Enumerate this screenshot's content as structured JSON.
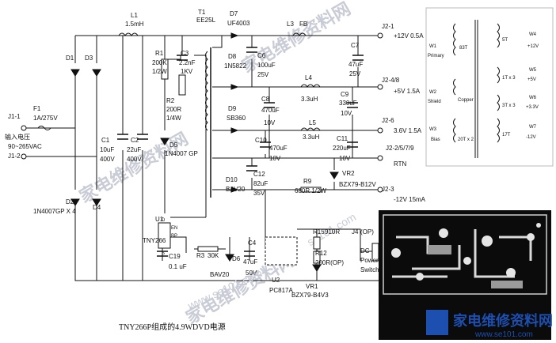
{
  "caption": "TNY266P组成的4.9WDVD电源",
  "input": {
    "terminal1": "J1-1",
    "terminal2": "J1-2",
    "label": "输入电压",
    "range": "90~265VAC"
  },
  "fuse": {
    "ref": "F1",
    "rating": "1A/275V"
  },
  "inductor_l1": {
    "ref": "L1",
    "value": "1.5mH"
  },
  "bridge": {
    "d1": "D1",
    "d2": "D2",
    "d3": "D3",
    "d4": "D4",
    "note": "1N4007GP X 4"
  },
  "c1": {
    "ref": "C1",
    "value": "10uF",
    "voltage": "400V"
  },
  "c2": {
    "ref": "C2",
    "value": "22uF",
    "voltage": "400V"
  },
  "r1": {
    "ref": "R1",
    "value": "200K",
    "power": "1/2W"
  },
  "c3": {
    "ref": "C3",
    "value": "2.2nF",
    "voltage": "1KV"
  },
  "r2": {
    "ref": "R2",
    "value": "200R",
    "power": "1/4W"
  },
  "d5": {
    "ref": "D5",
    "part": "1N4007 GP"
  },
  "t1": {
    "ref": "T1",
    "part": "EE25L"
  },
  "d7": {
    "ref": "D7",
    "part": "UF4003"
  },
  "l3": {
    "ref": "L3",
    "part": "FB"
  },
  "c6": {
    "ref": "C6",
    "value": "100uF",
    "voltage": "25V"
  },
  "c7": {
    "ref": "C7",
    "value": "47uF",
    "voltage": "25V"
  },
  "d8": {
    "ref": "D8",
    "part": "1N5822"
  },
  "l4": {
    "ref": "L4",
    "value": "3.3uH"
  },
  "c8": {
    "ref": "C8",
    "value": "470uF",
    "voltage": "10V"
  },
  "c9": {
    "ref": "C9",
    "value": "330uF",
    "voltage": "10V"
  },
  "d9": {
    "ref": "D9",
    "part": "SB360"
  },
  "l5": {
    "ref": "L5",
    "value": "3.3uH"
  },
  "c10": {
    "ref": "C10",
    "value": "470uF",
    "voltage": "10V"
  },
  "c11": {
    "ref": "C11",
    "value": "220uF",
    "voltage": "10V"
  },
  "d10": {
    "ref": "D10",
    "part": "BAV20"
  },
  "c12": {
    "ref": "C12",
    "value": "82uF",
    "voltage": "35V"
  },
  "r9": {
    "ref": "R9",
    "value": "680R 1/2W"
  },
  "vr2": {
    "ref": "VR2",
    "part": "BZX79-B12V"
  },
  "u1": {
    "ref": "U1",
    "part": "TNY266",
    "pin_en": "EN",
    "pin_bp": "BP",
    "pin_d": "D",
    "pin_s": "S"
  },
  "c19": {
    "ref": "C19",
    "value": "0.1 uF"
  },
  "r3": {
    "ref": "R3",
    "value": "30K"
  },
  "d6": {
    "ref": "D6",
    "part": "BAV20"
  },
  "c4": {
    "ref": "C4",
    "value": "47uF",
    "voltage": "50V"
  },
  "u2": {
    "ref": "U2",
    "part": "PC817A"
  },
  "r15": {
    "ref": "R15",
    "value": "910R"
  },
  "r12": {
    "ref": "R12",
    "value": "200R(OP)"
  },
  "vr1": {
    "ref": "VR1",
    "part": "BZX79-B4V3"
  },
  "j4": {
    "ref": "J4",
    "note": "(OP)",
    "line1": "DC",
    "line2": "Power",
    "line3": "Switch"
  },
  "outputs": [
    {
      "pin": "J2-1",
      "label": "+12V 0.5A"
    },
    {
      "pin": "J2-4/8",
      "label": "+5V 1.5A"
    },
    {
      "pin": "J2-6",
      "label": "3.6V 1.5A"
    },
    {
      "pin": "J2-2/5/7/9",
      "label": "RTN"
    },
    {
      "pin": "J2-3",
      "label": "-12V 15mA"
    }
  ],
  "winding_diagram": {
    "left": [
      "W1",
      "Primary",
      "W2",
      "Shield",
      "W3",
      "Bias"
    ],
    "turns": [
      "83T",
      "Copper",
      "20T x 2"
    ],
    "right": [
      "W4",
      "+12V",
      "W5",
      "+5V",
      "W6",
      "+3.3V",
      "W7",
      "-12V"
    ],
    "secondary_turns": [
      "5T",
      "1T x 3",
      "3T x 3",
      "17T"
    ]
  },
  "watermarks": [
    "家电维修资料网",
    "www.se101.com",
    "se101.com"
  ],
  "logo": {
    "text": "家电维修资料网",
    "url": "www.se101.com"
  }
}
